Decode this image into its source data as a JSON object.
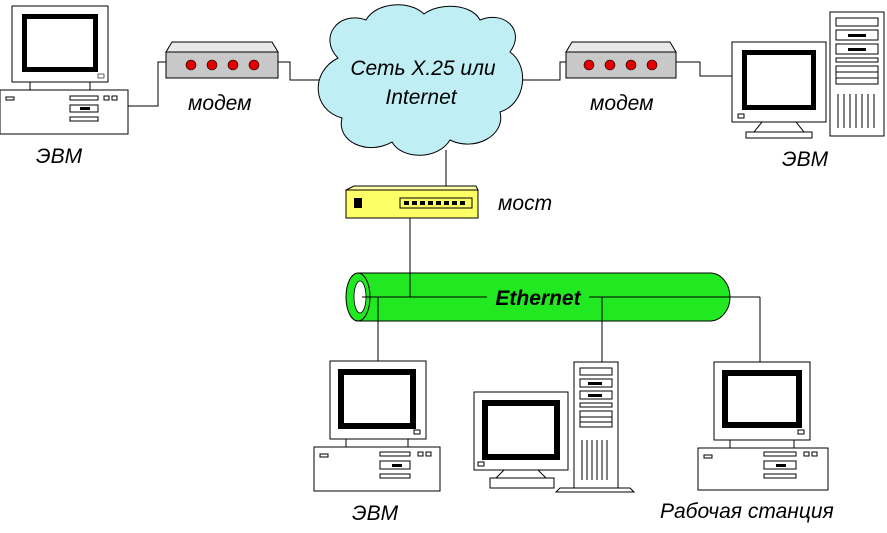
{
  "cloud": {
    "line1": "Сеть X.25 или",
    "line2": "Internet"
  },
  "labels": {
    "computer_top_left": "ЭВМ",
    "modem_left": "модем",
    "modem_right": "модем",
    "computer_top_right": "ЭВМ",
    "bridge": "мост",
    "ethernet": "Ethernet",
    "computer_bottom": "ЭВМ",
    "workstation": "Рабочая станция"
  },
  "colors": {
    "cloud_fill": "#bfeff5",
    "ethernet_fill": "#22e822",
    "bridge_fill": "#ffff66",
    "modem_body": "#c8c8c8",
    "modem_leds": "#e00000"
  }
}
